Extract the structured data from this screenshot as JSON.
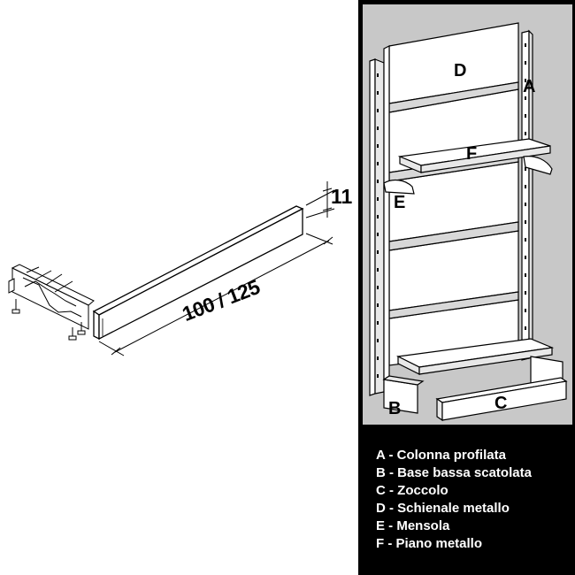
{
  "dimensions": {
    "height_label": "11",
    "length_label": "100 / 125"
  },
  "parts": [
    {
      "letter": "A",
      "name": "Colonna profilata"
    },
    {
      "letter": "B",
      "name": "Base bassa scatolata"
    },
    {
      "letter": "C",
      "name": "Zoccolo"
    },
    {
      "letter": "D",
      "name": "Schienale metallo"
    },
    {
      "letter": "E",
      "name": "Mensola"
    },
    {
      "letter": "F",
      "name": "Piano metallo"
    }
  ],
  "legend": [
    "A - Colonna profilata",
    "B - Base bassa scatolata",
    "C - Zoccolo",
    "D - Schienale metallo",
    "E - Mensola",
    "F - Piano metallo"
  ],
  "colors": {
    "panel_background": "#000000",
    "diagram_background": "#c8c8c8",
    "line": "#000000"
  }
}
